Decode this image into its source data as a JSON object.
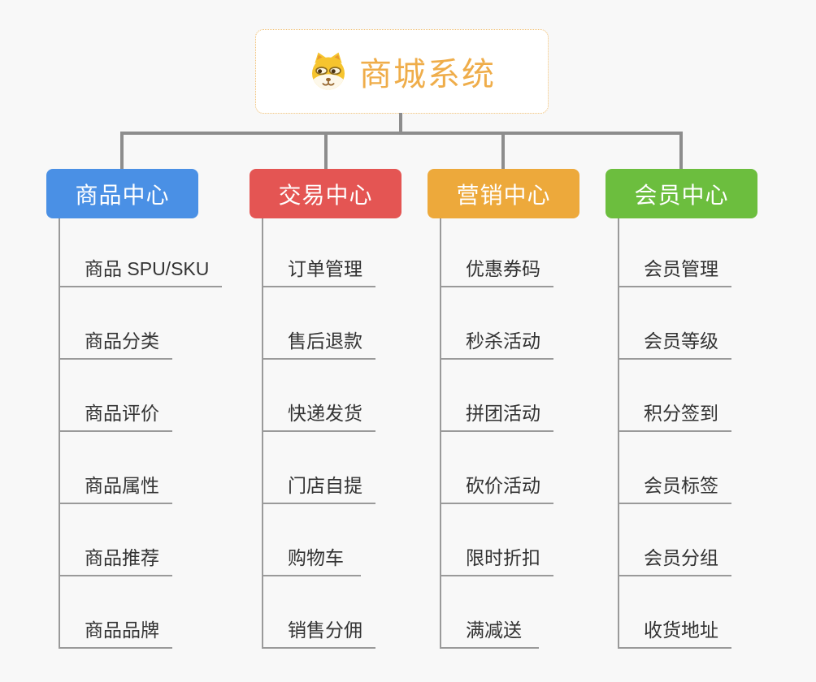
{
  "root": {
    "title": "商城系统",
    "icon": "shiba-dog-icon"
  },
  "branches": [
    {
      "label": "商品中心",
      "color": "#4a90e5",
      "items": [
        "商品 SPU/SKU",
        "商品分类",
        "商品评价",
        "商品属性",
        "商品推荐",
        "商品品牌"
      ]
    },
    {
      "label": "交易中心",
      "color": "#e45553",
      "items": [
        "订单管理",
        "售后退款",
        "快递发货",
        "门店自提",
        "购物车",
        "销售分佣"
      ]
    },
    {
      "label": "营销中心",
      "color": "#eda93b",
      "items": [
        "优惠券码",
        "秒杀活动",
        "拼团活动",
        "砍价活动",
        "限时折扣",
        "满减送"
      ]
    },
    {
      "label": "会员中心",
      "color": "#6cbe3e",
      "items": [
        "会员管理",
        "会员等级",
        "积分签到",
        "会员标签",
        "会员分组",
        "收货地址"
      ]
    }
  ],
  "colors": {
    "background": "#f8f8f8",
    "connector": "#8d8d8d",
    "item_line": "#9a9a9a",
    "item_text": "#333333",
    "root_title": "#efad4a",
    "root_border": "#f0bc6c"
  }
}
